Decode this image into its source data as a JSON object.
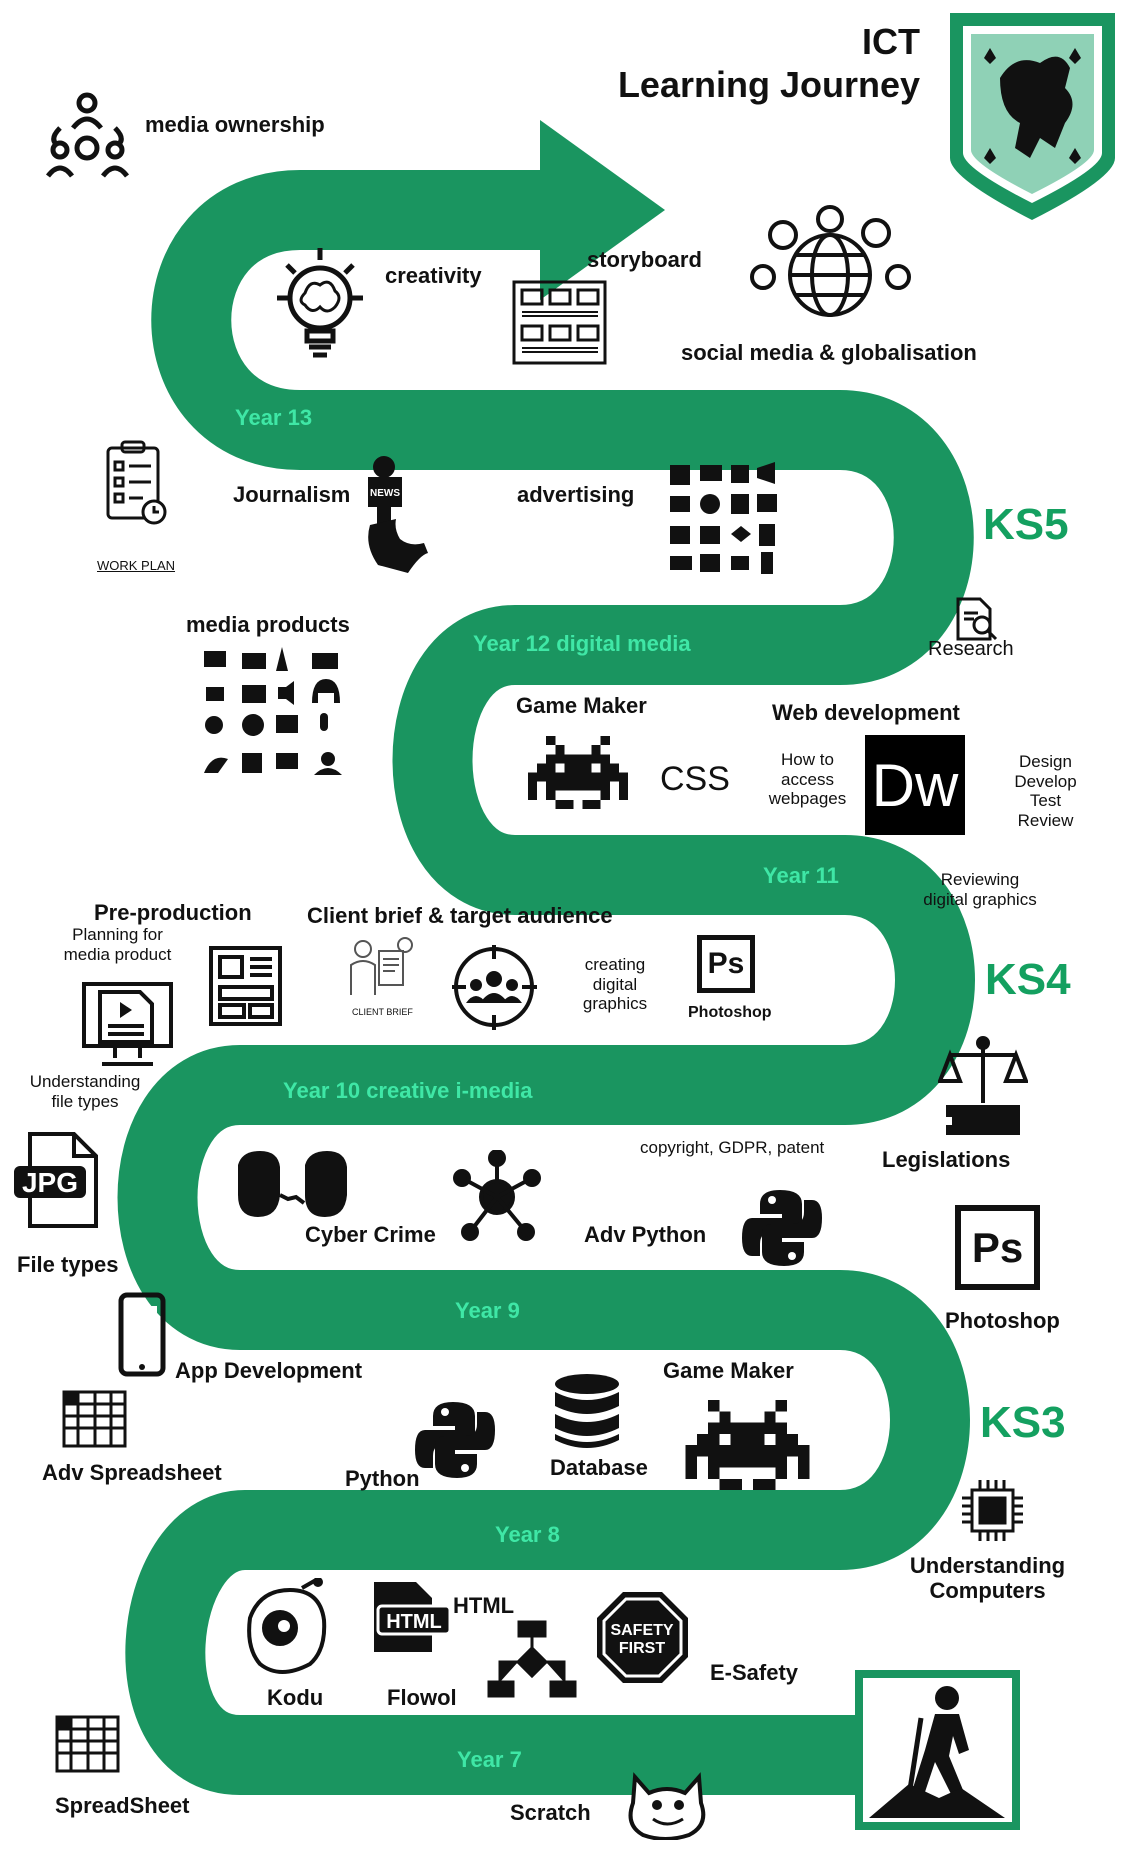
{
  "title": {
    "line1": "ICT",
    "line2": "Learning Journey"
  },
  "key_stages": {
    "ks5": "KS5",
    "ks4": "KS4",
    "ks3": "KS3"
  },
  "years": {
    "y13": "Year 13",
    "y12": "Year 12 digital media",
    "y11": "Year 11",
    "y10": "Year 10 creative i-media",
    "y9": "Year 9",
    "y8": "Year 8",
    "y7": "Year 7"
  },
  "topics": {
    "media_ownership": "media ownership",
    "creativity": "creativity",
    "storyboard": "storyboard",
    "social_media": "social media & globalisation",
    "journalism": "Journalism",
    "advertising": "advertising",
    "work_plan": "WORK PLAN",
    "research": "Research",
    "media_products": "media products",
    "game_maker_ks5": "Game Maker",
    "css": "CSS",
    "web_dev": "Web development",
    "how_to_access": [
      "How to",
      "access",
      "webpages"
    ],
    "dw_logo": "Dw",
    "design_steps": [
      "Design",
      "Develop",
      "Test",
      "Review"
    ],
    "reviewing": [
      "Reviewing",
      "digital graphics"
    ],
    "pre_production": "Pre-production",
    "planning": [
      "Planning for",
      "media product"
    ],
    "client_brief": "Client brief & target audience",
    "client_brief_small": "CLIENT BRIEF",
    "creating_graphics": [
      "creating",
      "digital",
      "graphics"
    ],
    "ps_logo": "Ps",
    "photoshop_small": "Photoshop",
    "understanding_file_types": [
      "Understanding",
      "file types"
    ],
    "legislations": "Legislations",
    "copyright": "copyright, GDPR, patent",
    "jpg": "JPG",
    "file_types": "File types",
    "cyber_crime": "Cyber Crime",
    "adv_python": "Adv Python",
    "photoshop": "Photoshop",
    "app_dev": "App Development",
    "adv_spreadsheet": "Adv Spreadsheet",
    "python": "Python",
    "database": "Database",
    "game_maker_ks3": "Game Maker",
    "understanding_computers": [
      "Understanding",
      "Computers"
    ],
    "html_logo": "HTML",
    "html": "HTML",
    "kodu": "Kodu",
    "flowol": "Flowol",
    "safety_first": [
      "SAFETY",
      "FIRST"
    ],
    "esafety": "E-Safety",
    "spreadsheet": "SpreadSheet",
    "scratch": "Scratch"
  },
  "colors": {
    "path": "#1a9560",
    "year_text": "#3fe7a6",
    "ks_text": "#14a060",
    "crest_bg": "#1a9560",
    "crest_inner": "#8fd1b6"
  }
}
